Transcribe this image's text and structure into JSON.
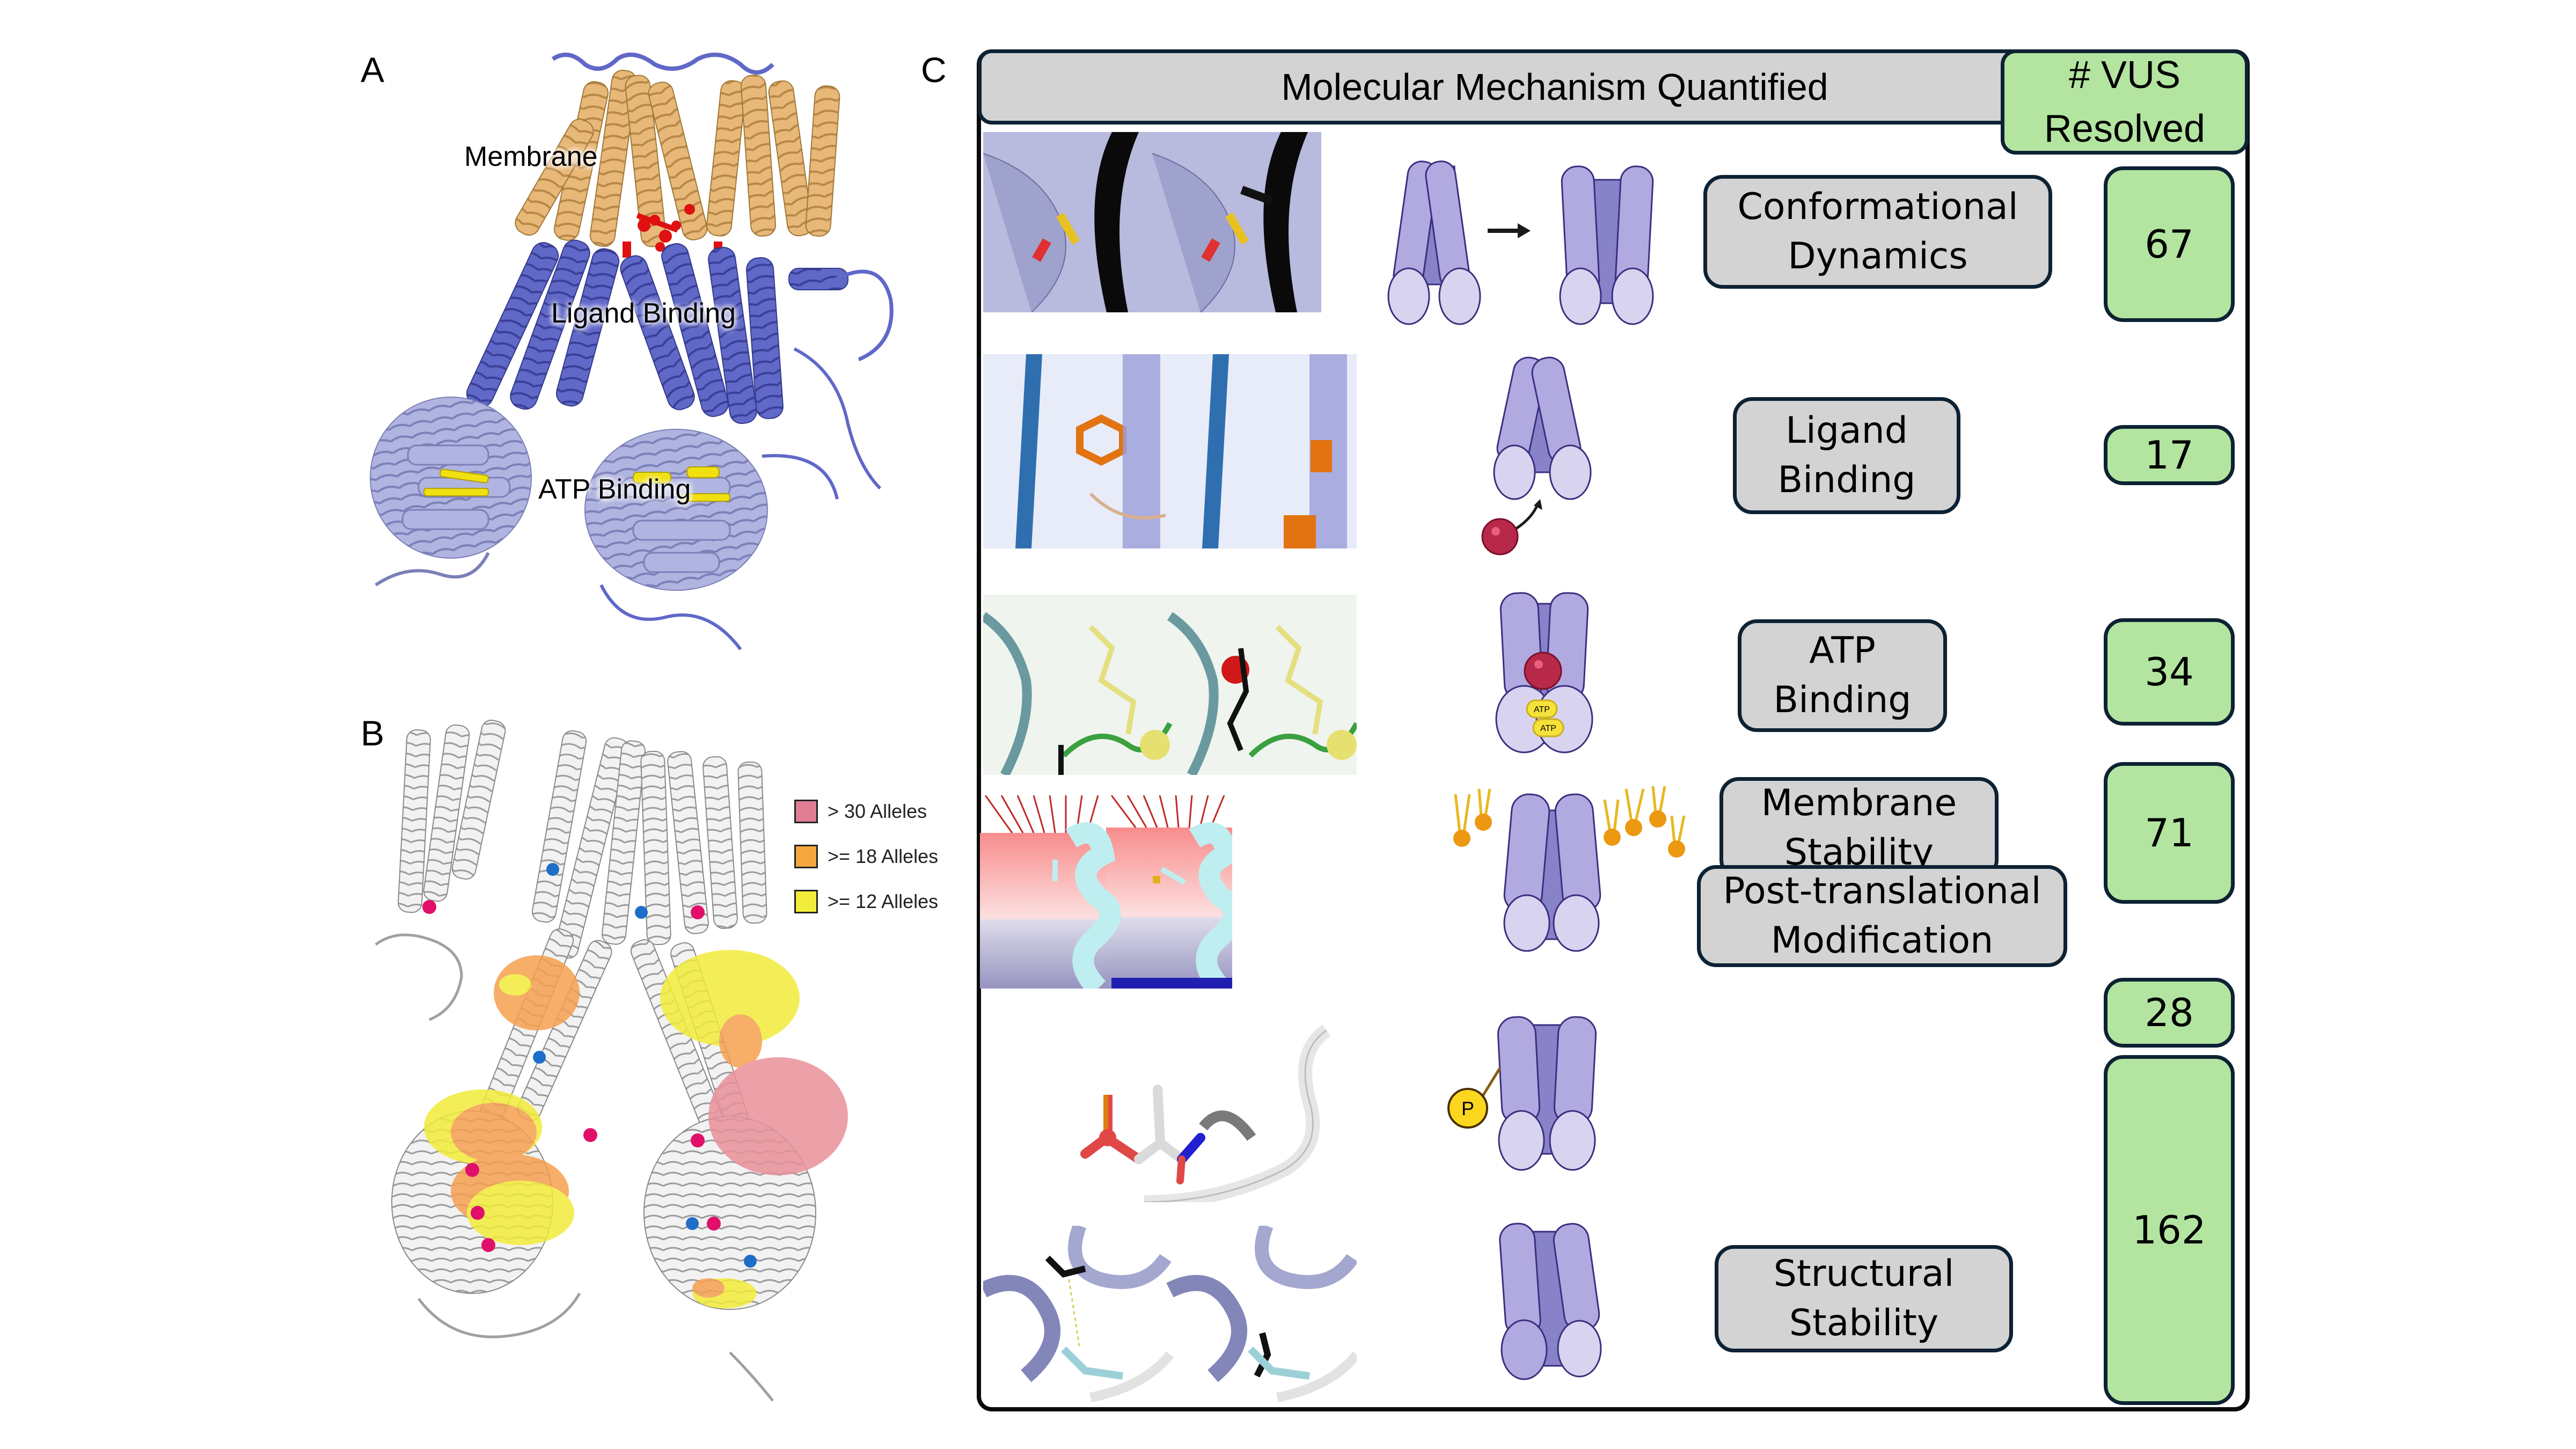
{
  "figure": {
    "panel_a": {
      "letter": "A",
      "labels": {
        "membrane": "Membrane",
        "ligand_binding": "Ligand Binding",
        "atp_binding": "ATP Binding"
      },
      "colors": {
        "membrane": "#e8b878",
        "ligand": "#6068c8",
        "atp": "#b0b4e0",
        "atp_highlight": "#f0e010",
        "binding_residues": "#e01010"
      }
    },
    "panel_b": {
      "letter": "B",
      "legend": [
        {
          "label": "> 30 Alleles",
          "color": "#e07e96"
        },
        {
          "label": ">= 18 Alleles",
          "color": "#f5a63c"
        },
        {
          "label": ">= 12 Alleles",
          "color": "#f2ec3a"
        }
      ],
      "sphere_colors": {
        "pink": "#e0106a",
        "blue": "#1e6ec8"
      }
    },
    "panel_c": {
      "letter": "C",
      "header": "Molecular Mechanism Quantified",
      "vus_header_line1": "# VUS",
      "vus_header_line2": "Resolved",
      "atp_badge": "ATP",
      "phospho_badge": "P",
      "rows": [
        {
          "line1": "Conformational",
          "line2": "Dynamics",
          "count": "67"
        },
        {
          "line1": "Ligand",
          "line2": "Binding",
          "count": "17"
        },
        {
          "line1": "ATP",
          "line2": "Binding",
          "count": "34"
        },
        {
          "line1": "Membrane",
          "line2": "Stability",
          "count": "71"
        },
        {
          "line1": "Post-translational",
          "line2": "Modification",
          "count": "28"
        },
        {
          "line1": "Structural",
          "line2": "Stability",
          "count": "162"
        }
      ]
    }
  }
}
